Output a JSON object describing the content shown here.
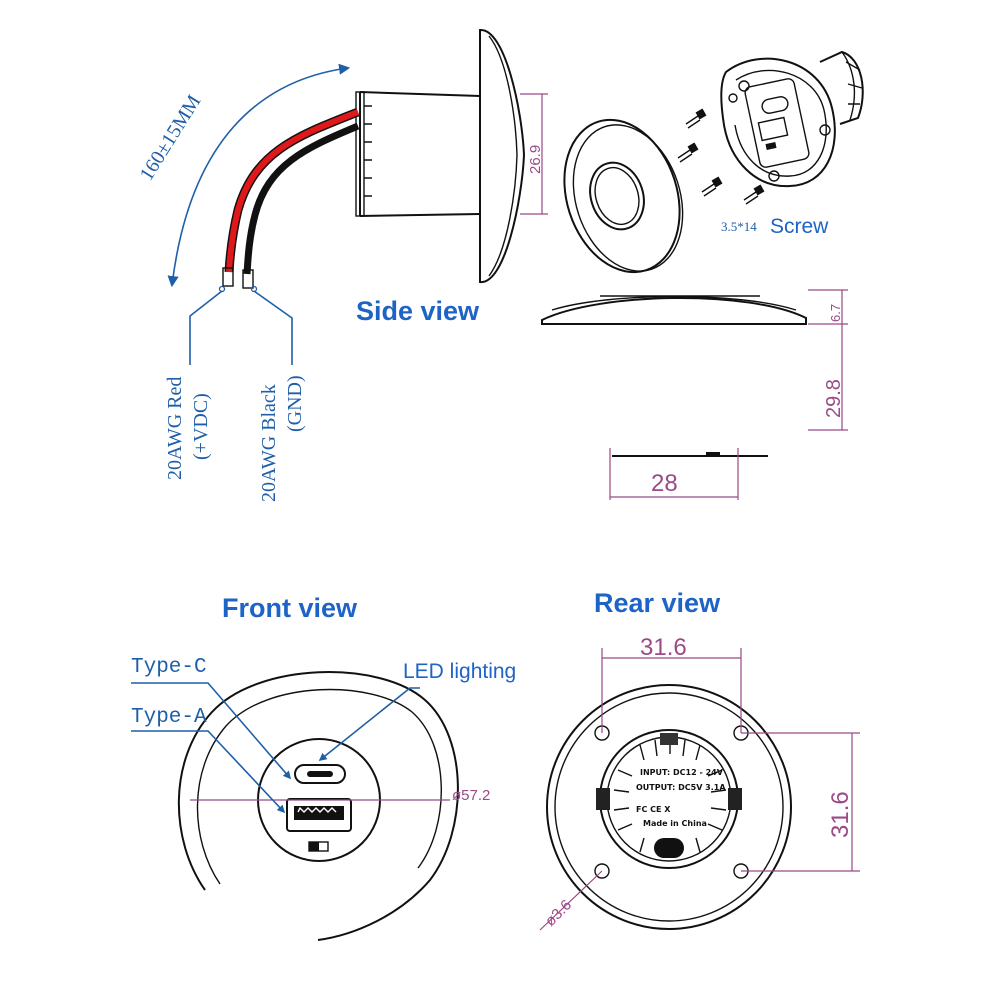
{
  "headings": {
    "side_view": "Side view",
    "front_view": "Front view",
    "rear_view": "Rear view"
  },
  "cable": {
    "length": "160±15MM",
    "red_wire_line1": "20AWG Red",
    "red_wire_line2": "(+VDC)",
    "black_wire_line1": "20AWG Black",
    "black_wire_line2": "(GND)"
  },
  "screw": {
    "size": "3.5*14",
    "label": "Screw"
  },
  "dimensions": {
    "body_height": "26.9",
    "cover_thickness": "6.7",
    "depth": "29.8",
    "body_width": "28",
    "front_diameter": "ø57.2",
    "rear_hole_spacing_h": "31.6",
    "rear_hole_spacing_v": "31.6",
    "hole_diameter": "ø3.6"
  },
  "front": {
    "type_c": "Type-C",
    "type_a": "Type-A",
    "led": "LED lighting"
  },
  "rear_pcb": {
    "input": "INPUT: DC12 - 24V",
    "output": "OUTPUT: DC5V  3.1A",
    "cert": "FC CE X",
    "made_in": "Made in China"
  },
  "colors": {
    "heading_blue": "#1e63c6",
    "annotation_blue": "#1f5fa8",
    "dimension_magenta": "#9a4a86",
    "wire_red": "#e0181b",
    "wire_black": "#111111"
  }
}
